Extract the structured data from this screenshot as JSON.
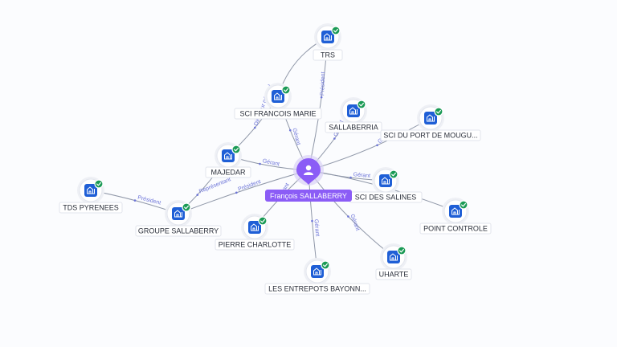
{
  "center": {
    "id": "center",
    "label": "François SALLABERRY",
    "icon": "person-icon"
  },
  "nodes": [
    {
      "id": "trs",
      "label": "TRS",
      "icon": "company-icon",
      "verified": true
    },
    {
      "id": "sci-francois-marie",
      "label": "SCI FRANCOIS MARIE",
      "icon": "company-icon",
      "verified": true
    },
    {
      "id": "sallaberria",
      "label": "SALLABERRIA",
      "icon": "company-icon",
      "verified": true
    },
    {
      "id": "sci-du-port",
      "label": "SCI DU PORT DE MOUGU...",
      "icon": "company-icon",
      "verified": true
    },
    {
      "id": "majedar",
      "label": "MAJEDAR",
      "icon": "company-icon",
      "verified": true
    },
    {
      "id": "sci-des-salines",
      "label": "SCI DES SALINES",
      "icon": "company-icon",
      "verified": true
    },
    {
      "id": "tds-pyrenees",
      "label": "TDS PYRENEES",
      "icon": "company-icon",
      "verified": true
    },
    {
      "id": "groupe-sallaberry",
      "label": "GROUPE SALLABERRY",
      "icon": "company-icon",
      "verified": true
    },
    {
      "id": "point-controle",
      "label": "POINT CONTROLE",
      "icon": "company-icon",
      "verified": true
    },
    {
      "id": "pierre-charlotte",
      "label": "PIERRE CHARLOTTE",
      "icon": "company-icon",
      "verified": true
    },
    {
      "id": "uharte",
      "label": "UHARTE",
      "icon": "company-icon",
      "verified": true
    },
    {
      "id": "entrepots",
      "label": "LES ENTREPOTS BAYONN...",
      "icon": "company-icon",
      "verified": true
    }
  ],
  "edges": [
    {
      "from": "center",
      "to": "trs",
      "label": "Président"
    },
    {
      "from": "center",
      "to": "sci-francois-marie",
      "label": "Gérant"
    },
    {
      "from": "center",
      "to": "sallaberria",
      "label": "Gérant"
    },
    {
      "from": "center",
      "to": "sci-du-port",
      "label": "Gérant"
    },
    {
      "from": "center",
      "to": "majedar",
      "label": "Gérant"
    },
    {
      "from": "center",
      "to": "sci-des-salines",
      "label": "Gérant"
    },
    {
      "from": "center",
      "to": "groupe-sallaberry",
      "label": "Président"
    },
    {
      "from": "center",
      "to": "point-controle",
      "label": ""
    },
    {
      "from": "center",
      "to": "pierre-charlotte",
      "label": "Gérant"
    },
    {
      "from": "center",
      "to": "uharte",
      "label": "Gérant"
    },
    {
      "from": "center",
      "to": "entrepots",
      "label": "Gérant"
    },
    {
      "from": "majedar",
      "to": "sci-francois-marie",
      "label": "Directeur général"
    },
    {
      "from": "groupe-sallaberry",
      "to": "majedar",
      "label": "Représentant"
    },
    {
      "from": "groupe-sallaberry",
      "to": "tds-pyrenees",
      "label": "Président"
    },
    {
      "from": "sci-francois-marie",
      "to": "trs",
      "label": ""
    }
  ],
  "colors": {
    "company": "#1f5fd6",
    "verified": "#1a9a55",
    "center": "#8b5cf6",
    "relation_label": "#6b73d8"
  }
}
